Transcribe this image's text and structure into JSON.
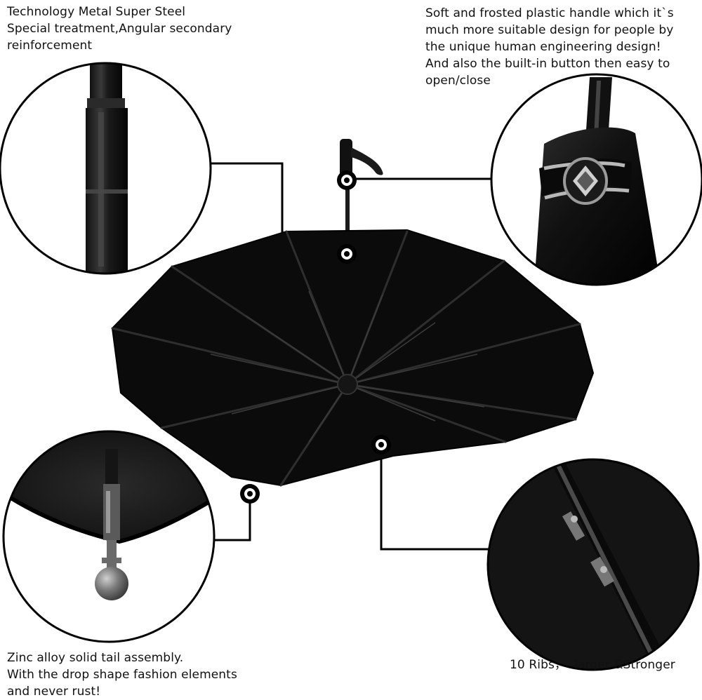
{
  "captions": {
    "steel_shaft": "Technology Metal Super Steel\nSpecial treatment,Angular secondary\nreinforcement",
    "handle": "Soft and frosted plastic handle which it`s\nmuch more suitable design for people by\nthe unique human engineering design!\nAnd also the built-in button then easy to\nopen/close",
    "tail": "Zinc alloy solid tail assembly.\nWith the drop shape fashion elements\nand never rust!",
    "ribs": "10 Ribs，  larger &Stronger"
  },
  "colors": {
    "canopy": "#0b0b0b",
    "rib": "#2a2a2a",
    "line": "#000000",
    "background": "#ffffff"
  },
  "icons": [
    "steel-shaft-closeup",
    "handle-button-closeup",
    "tail-knob-closeup",
    "rib-joint-closeup",
    "callout-marker"
  ]
}
